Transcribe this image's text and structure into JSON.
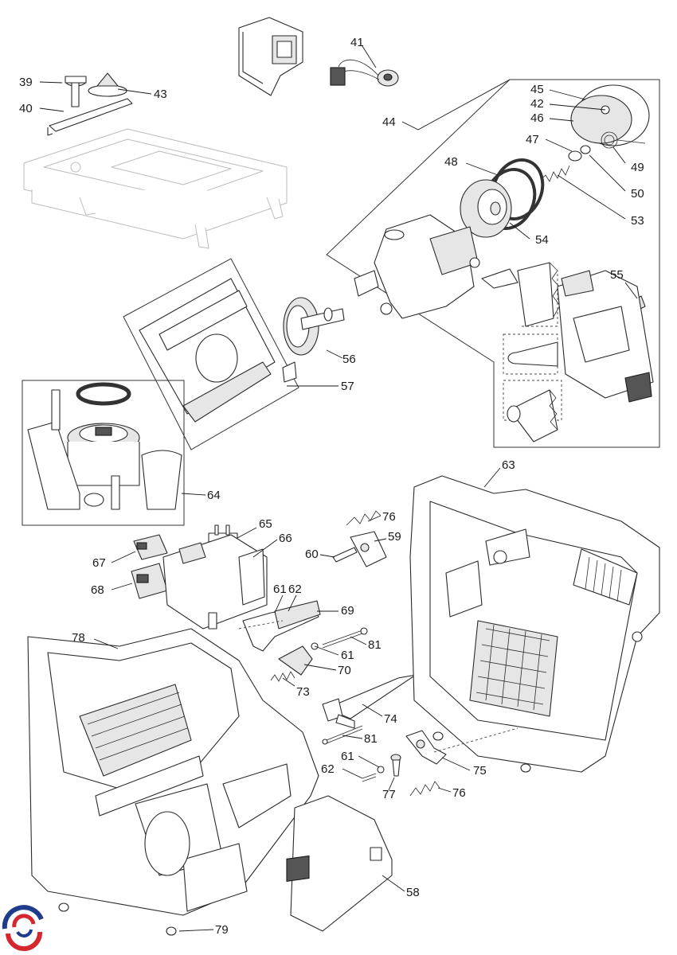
{
  "diagram": {
    "callouts": [
      {
        "id": "c39",
        "text": "39"
      },
      {
        "id": "c40",
        "text": "40"
      },
      {
        "id": "c41",
        "text": "41"
      },
      {
        "id": "c43",
        "text": "43"
      },
      {
        "id": "c44",
        "text": "44"
      },
      {
        "id": "c45",
        "text": "45"
      },
      {
        "id": "c42",
        "text": "42"
      },
      {
        "id": "c46",
        "text": "46"
      },
      {
        "id": "c47",
        "text": "47"
      },
      {
        "id": "c48",
        "text": "48"
      },
      {
        "id": "c49",
        "text": "49"
      },
      {
        "id": "c50",
        "text": "50"
      },
      {
        "id": "c53",
        "text": "53"
      },
      {
        "id": "c54",
        "text": "54"
      },
      {
        "id": "c55",
        "text": "55"
      },
      {
        "id": "c56",
        "text": "56"
      },
      {
        "id": "c57",
        "text": "57"
      },
      {
        "id": "c63",
        "text": "63"
      },
      {
        "id": "c64",
        "text": "64"
      },
      {
        "id": "c65",
        "text": "65"
      },
      {
        "id": "c66",
        "text": "66"
      },
      {
        "id": "c67",
        "text": "67"
      },
      {
        "id": "c68",
        "text": "68"
      },
      {
        "id": "c76a",
        "text": "76"
      },
      {
        "id": "c59",
        "text": "59"
      },
      {
        "id": "c60",
        "text": "60"
      },
      {
        "id": "c61a",
        "text": "61"
      },
      {
        "id": "c62a",
        "text": "62"
      },
      {
        "id": "c69",
        "text": "69"
      },
      {
        "id": "c78",
        "text": "78"
      },
      {
        "id": "c81a",
        "text": "81"
      },
      {
        "id": "c61b",
        "text": "61"
      },
      {
        "id": "c70",
        "text": "70"
      },
      {
        "id": "c73",
        "text": "73"
      },
      {
        "id": "c74",
        "text": "74"
      },
      {
        "id": "c81b",
        "text": "81"
      },
      {
        "id": "c61c",
        "text": "61"
      },
      {
        "id": "c62b",
        "text": "62"
      },
      {
        "id": "c75",
        "text": "75"
      },
      {
        "id": "c77",
        "text": "77"
      },
      {
        "id": "c76b",
        "text": "76"
      },
      {
        "id": "c58",
        "text": "58"
      },
      {
        "id": "c79",
        "text": "79"
      }
    ],
    "colors": {
      "line": "#2a2a2a",
      "logo_red": "#d7262e",
      "logo_blue": "#1f3c8c"
    },
    "logo": {
      "icon": "brand-swirl-logo"
    }
  }
}
